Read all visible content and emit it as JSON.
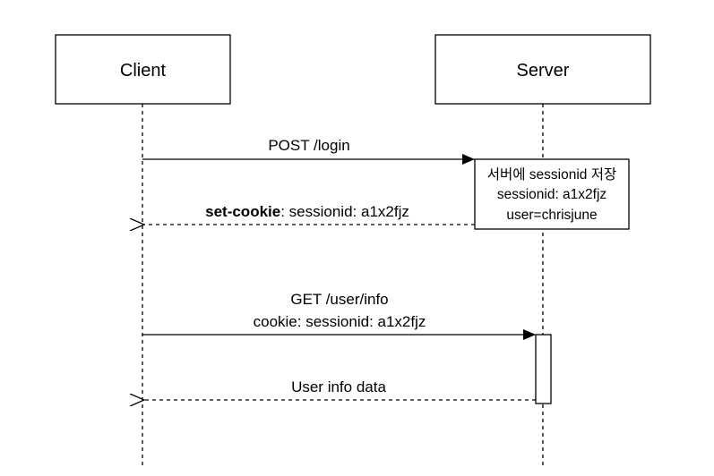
{
  "actors": {
    "client": {
      "label": "Client"
    },
    "server": {
      "label": "Server"
    }
  },
  "messages": [
    {
      "id": "login",
      "lines": [
        "POST /login"
      ],
      "direction": "request",
      "style": "solid"
    },
    {
      "id": "set-cookie",
      "bold_part": "set-cookie",
      "rest": ": sessionid: a1x2fjz",
      "direction": "response",
      "style": "dashed"
    },
    {
      "id": "user-info",
      "lines": [
        "GET /user/info",
        "cookie: sessionid: a1x2fjz"
      ],
      "direction": "request",
      "style": "solid"
    },
    {
      "id": "user-info-data",
      "lines": [
        "User info data"
      ],
      "direction": "response",
      "style": "dashed"
    }
  ],
  "note": {
    "lines": [
      "서버에 sessionid 저장",
      "sessionid: a1x2fjz",
      "user=chrisjune"
    ]
  },
  "colors": {
    "stroke": "#000000",
    "background": "#ffffff"
  }
}
